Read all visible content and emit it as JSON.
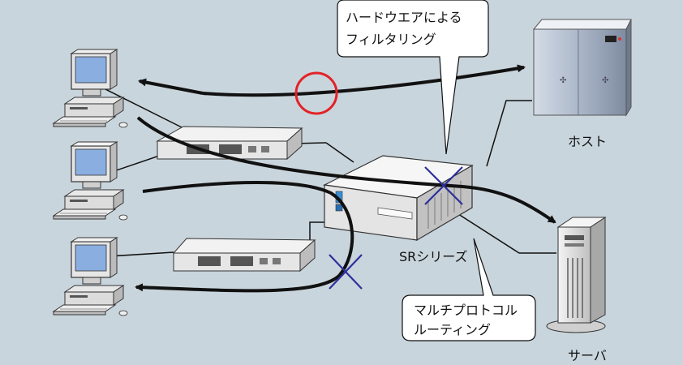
{
  "colors": {
    "background": "#c9d5dc",
    "line": "#111111",
    "ok_mark": "#e32227",
    "block_mark": "#2d2f9b"
  },
  "callouts": {
    "hardware_filtering": [
      "ハードウエアによる",
      "フィルタリング"
    ],
    "multiprotocol_routing": [
      "マルチプロトコル",
      "ルーティング"
    ]
  },
  "labels": {
    "host": "ホスト",
    "sr_series": "SRシリーズ",
    "server": "サーバ"
  },
  "icons": {
    "pc": "desktop-computer-icon",
    "hub": "network-hub-icon",
    "router": "router-icon",
    "host": "mainframe-icon",
    "server": "tower-server-icon",
    "ok": "circle-mark-icon",
    "blocked": "x-mark-icon"
  }
}
